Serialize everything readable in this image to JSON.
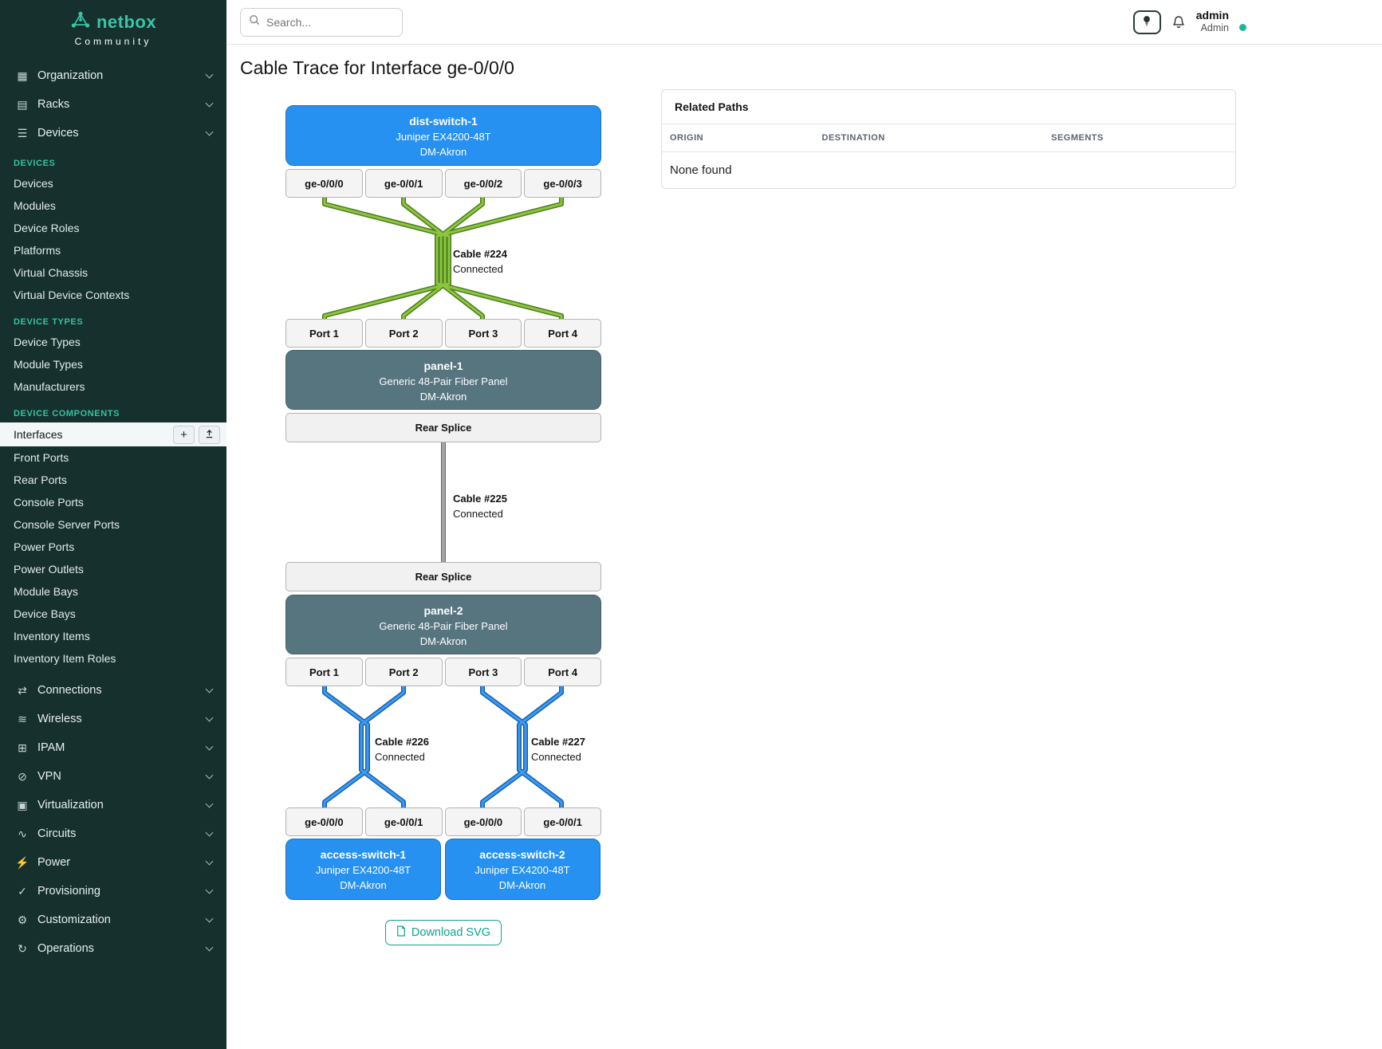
{
  "brand": {
    "logo": "netbox",
    "community": "Community"
  },
  "topbar": {
    "search_placeholder": "Search...",
    "user_name": "admin",
    "user_role": "Admin"
  },
  "icons": {
    "organization": "▦",
    "racks": "▤",
    "devices": "☰",
    "connections": "⇄",
    "wireless": "≋",
    "ipam": "⊞",
    "vpn": "⊘",
    "virtualization": "▣",
    "circuits": "∿",
    "power": "⚡",
    "provisioning": "✓",
    "customization": "⚙",
    "operations": "↻",
    "add": "+"
  },
  "sidebar": {
    "top_groups": [
      "Organization",
      "Racks",
      "Devices"
    ],
    "devices_section": {
      "title": "DEVICES",
      "items": [
        "Devices",
        "Modules",
        "Device Roles",
        "Platforms",
        "Virtual Chassis",
        "Virtual Device Contexts"
      ]
    },
    "device_types_section": {
      "title": "DEVICE TYPES",
      "items": [
        "Device Types",
        "Module Types",
        "Manufacturers"
      ]
    },
    "device_components_section": {
      "title": "DEVICE COMPONENTS",
      "items": [
        "Interfaces",
        "Front Ports",
        "Rear Ports",
        "Console Ports",
        "Console Server Ports",
        "Power Ports",
        "Power Outlets",
        "Module Bays",
        "Device Bays",
        "Inventory Items",
        "Inventory Item Roles"
      ]
    },
    "bottom_groups": [
      "Connections",
      "Wireless",
      "IPAM",
      "VPN",
      "Virtualization",
      "Circuits",
      "Power",
      "Provisioning",
      "Customization",
      "Operations"
    ]
  },
  "page": {
    "title": "Cable Trace for Interface ge-0/0/0"
  },
  "related_paths": {
    "title": "Related Paths",
    "columns": [
      "ORIGIN",
      "DESTINATION",
      "SEGMENTS"
    ],
    "empty_message": "None found"
  },
  "trace": {
    "dist_switch": {
      "name": "dist-switch-1",
      "model": "Juniper EX4200-48T",
      "site": "DM-Akron"
    },
    "dist_ports": [
      "ge-0/0/0",
      "ge-0/0/1",
      "ge-0/0/2",
      "ge-0/0/3"
    ],
    "cable_224": {
      "name": "Cable #224",
      "status": "Connected"
    },
    "panel1": {
      "name": "panel-1",
      "model": "Generic 48-Pair Fiber Panel",
      "site": "DM-Akron",
      "ports": [
        "Port 1",
        "Port 2",
        "Port 3",
        "Port 4"
      ],
      "rear": "Rear Splice"
    },
    "cable_225": {
      "name": "Cable #225",
      "status": "Connected"
    },
    "panel2": {
      "name": "panel-2",
      "model": "Generic 48-Pair Fiber Panel",
      "site": "DM-Akron",
      "ports": [
        "Port 1",
        "Port 2",
        "Port 3",
        "Port 4"
      ],
      "rear": "Rear Splice"
    },
    "cable_226": {
      "name": "Cable #226",
      "status": "Connected"
    },
    "cable_227": {
      "name": "Cable #227",
      "status": "Connected"
    },
    "access_ports": [
      "ge-0/0/0",
      "ge-0/0/1",
      "ge-0/0/0",
      "ge-0/0/1"
    ],
    "access_switch_1": {
      "name": "access-switch-1",
      "model": "Juniper EX4200-48T",
      "site": "DM-Akron"
    },
    "access_switch_2": {
      "name": "access-switch-2",
      "model": "Juniper EX4200-48T",
      "site": "DM-Akron"
    },
    "download_button": "Download SVG"
  },
  "colors": {
    "brand_teal": "#11a094",
    "sidebar_bg": "#15302d",
    "section_teal": "#35c0a2",
    "device_blue": "#2691f0",
    "panel_slate": "#56757f",
    "cable_green": "#8bc63e",
    "cable_blue": "#3b9af5",
    "cable_gray": "#a3a3a3"
  }
}
